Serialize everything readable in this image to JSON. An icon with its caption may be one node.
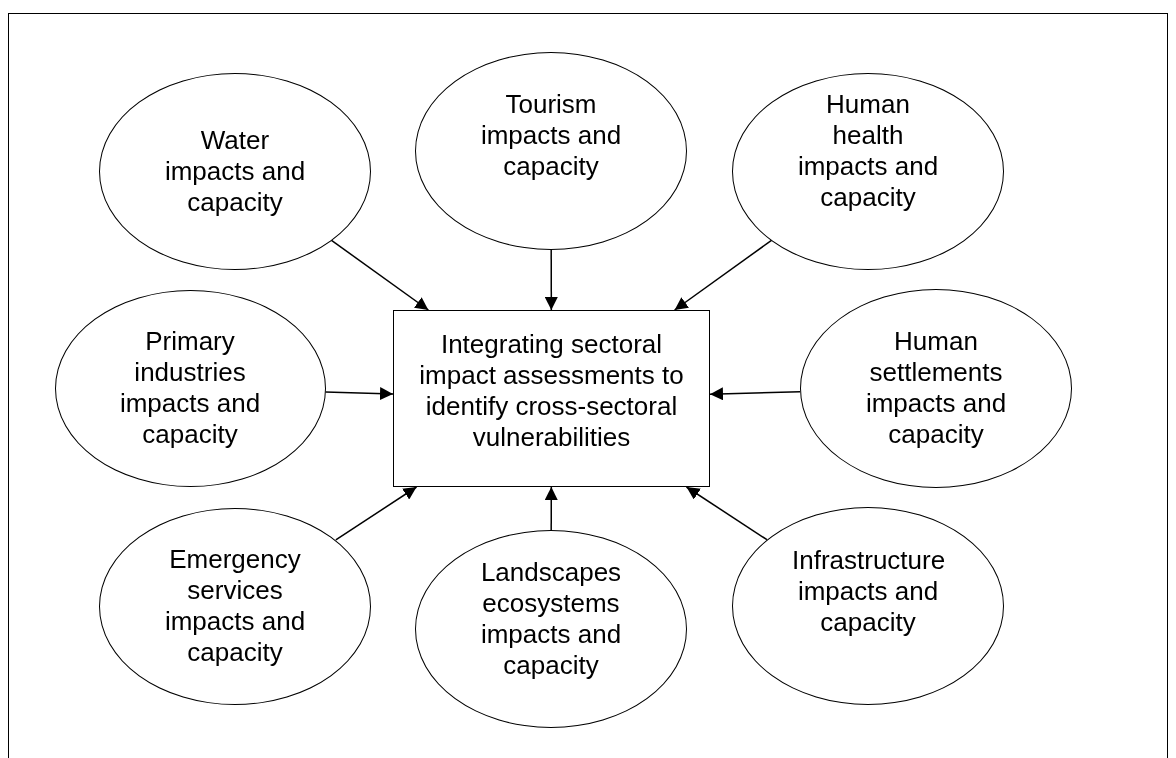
{
  "diagram": {
    "nodes": [
      {
        "text": [
          "Water impacts and capacity"
        ]
      },
      {
        "text": [
          "Tourism impacts and capacity"
        ]
      },
      {
        "text": [
          "Human health impacts and capacity"
        ]
      },
      {
        "text": [
          "Primary industries impacts and capacity"
        ]
      },
      {
        "text": [
          "Integrating sectoral impact assessments to identify cross-sectoral vulnerabilities"
        ]
      },
      {
        "text": [
          "Human settlements impacts and capacity"
        ]
      },
      {
        "text": [
          "Emergency services impacts and capacity"
        ]
      },
      {
        "text": [
          "Landscapes ecosystems impacts and capacity"
        ]
      },
      {
        "text": [
          "Infrastructure impacts and capacity"
        ]
      }
    ],
    "edges": [
      {
        "from": 0,
        "to": 4,
        "arrow": "to"
      },
      {
        "from": 1,
        "to": 4,
        "arrow": "to"
      },
      {
        "from": 2,
        "to": 4,
        "arrow": "to"
      },
      {
        "from": 3,
        "to": 4,
        "arrow": "to"
      },
      {
        "from": 5,
        "to": 4,
        "arrow": "to"
      },
      {
        "from": 6,
        "to": 4,
        "arrow": "to"
      },
      {
        "from": 7,
        "to": 4,
        "arrow": "to"
      },
      {
        "from": 8,
        "to": 4,
        "arrow": "to"
      }
    ]
  }
}
